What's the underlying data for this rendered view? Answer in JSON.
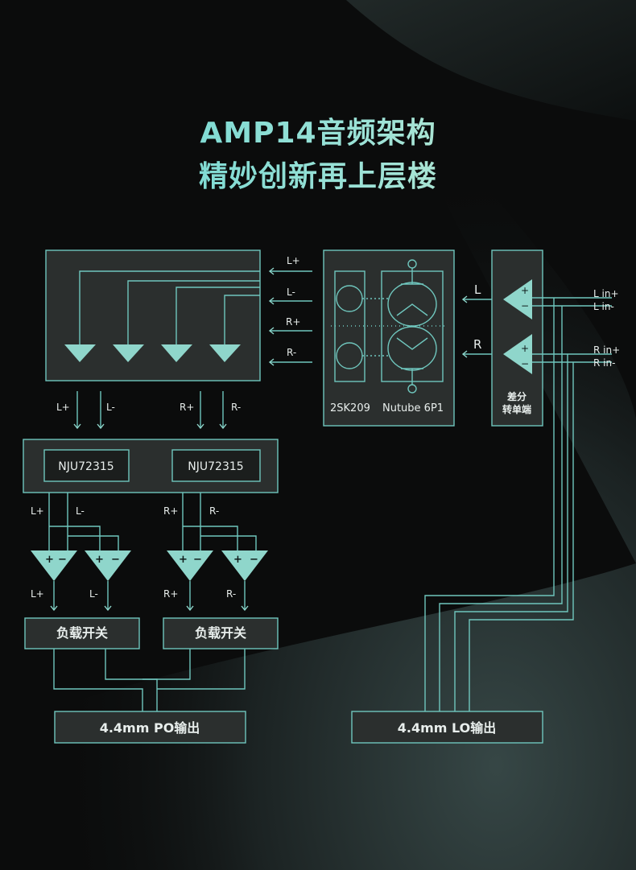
{
  "header": {
    "title_line1": "AMP14音频架构",
    "title_line2": "精妙创新再上层楼"
  },
  "colors": {
    "line": "#6fc6bd",
    "arrow": "#8fd6cb",
    "box_fill": "#2b2f2e",
    "text": "#e8eeec"
  },
  "diagram": {
    "dac_inputs": [
      "L+",
      "L-",
      "R+",
      "R-"
    ],
    "tube_stage": {
      "jfet_label": "2SK209",
      "tube_label": "Nutube 6P1"
    },
    "diff_stage": {
      "label_line1": "差分",
      "label_line2": "转单端",
      "channel_l": "L",
      "channel_r": "R",
      "plus": "+",
      "minus": "−",
      "inputs": [
        "L in+",
        "L in-",
        "R in+",
        "R in-"
      ]
    },
    "dac_outputs": [
      "L+",
      "L-",
      "R+",
      "R-"
    ],
    "volume_chips": [
      "NJU72315",
      "NJU72315"
    ],
    "chip_outputs": [
      "L+",
      "L-",
      "R+",
      "R-"
    ],
    "buffer_signs": [
      "+",
      "−"
    ],
    "buffer_outputs": [
      "L+",
      "L-",
      "R+",
      "R-"
    ],
    "load_switches": [
      "负载开关",
      "负载开关"
    ],
    "outputs": {
      "po": "4.4mm PO输出",
      "lo": "4.4mm LO输出"
    }
  }
}
